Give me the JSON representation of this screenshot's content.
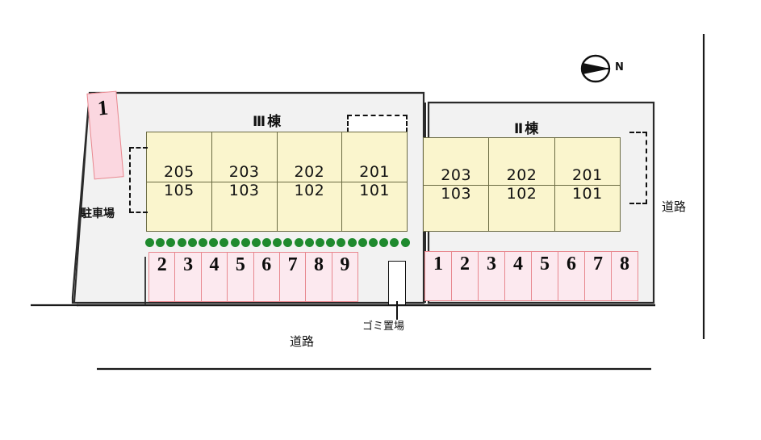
{
  "site": {
    "background_color": "#ffffff",
    "lot_fill": "#f2f2f2",
    "lot_stroke": "#2b2b2b",
    "unit_fill": "#faf5cd",
    "unit_stroke": "#6b6b43",
    "stall_fill": "#fce9ef",
    "stall_stroke": "#e8888f",
    "hedge_color": "#1f8a2e"
  },
  "compass": {
    "label": "N",
    "icon": "compass-north-arrow-icon",
    "direction": "right"
  },
  "buildings": [
    {
      "id": "bldg-3",
      "title": "Ⅲ棟",
      "columns": [
        {
          "upper": "205",
          "lower": "105"
        },
        {
          "upper": "203",
          "lower": "103"
        },
        {
          "upper": "202",
          "lower": "102"
        },
        {
          "upper": "201",
          "lower": "101"
        }
      ]
    },
    {
      "id": "bldg-2",
      "title": "Ⅱ棟",
      "columns": [
        {
          "upper": "203",
          "lower": "103"
        },
        {
          "upper": "202",
          "lower": "102"
        },
        {
          "upper": "201",
          "lower": "101"
        }
      ]
    }
  ],
  "parking": {
    "label": "駐車場",
    "single_stall": "1",
    "left_row": [
      "2",
      "3",
      "4",
      "5",
      "6",
      "7",
      "8",
      "9"
    ],
    "right_row": [
      "1",
      "2",
      "3",
      "4",
      "5",
      "6",
      "7",
      "8"
    ]
  },
  "facilities": {
    "trash_label": "ゴミ置場"
  },
  "roads": {
    "bottom_label": "道路",
    "right_label": "道路"
  },
  "hedge": {
    "count": 25
  }
}
